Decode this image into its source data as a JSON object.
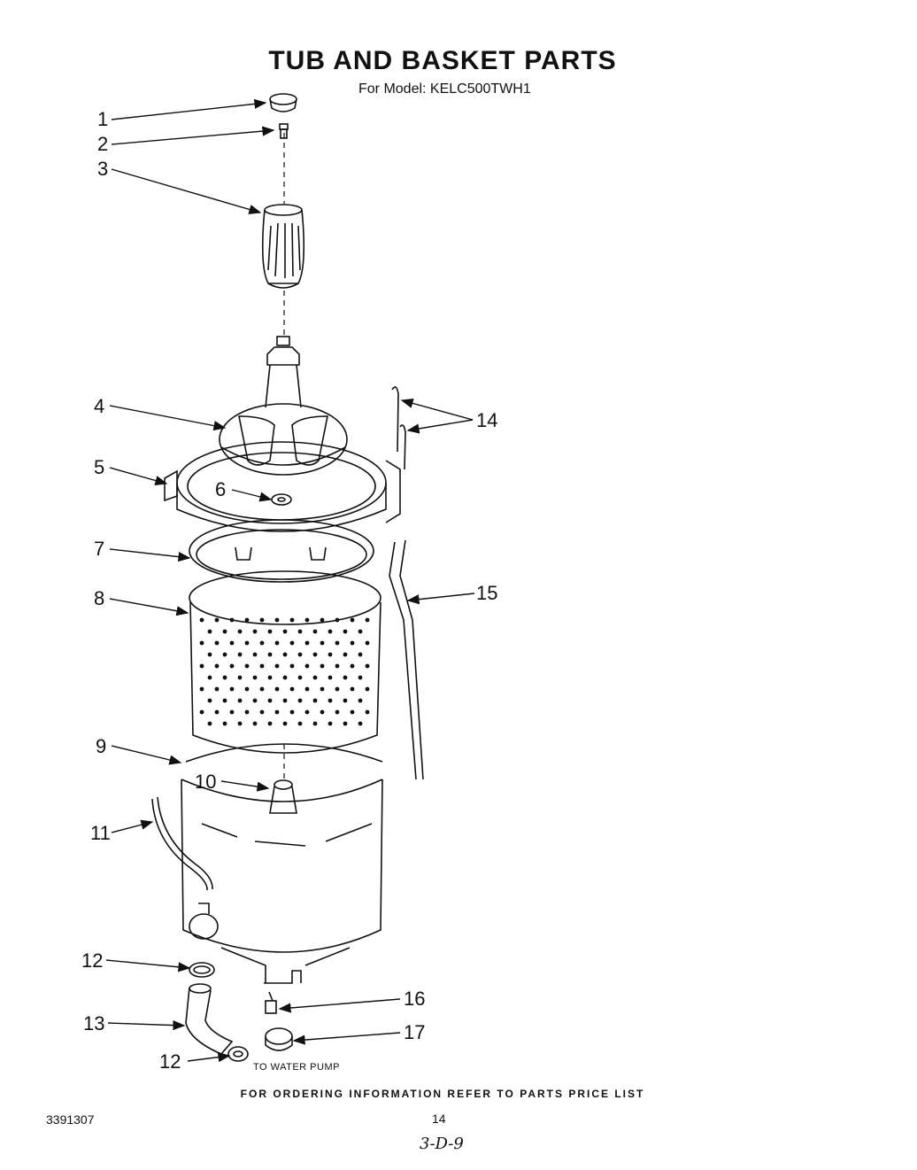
{
  "title": "TUB AND BASKET PARTS",
  "subtitle": "For Model: KELC500TWH1",
  "callouts": [
    {
      "id": "1",
      "label": "1"
    },
    {
      "id": "2",
      "label": "2"
    },
    {
      "id": "3",
      "label": "3"
    },
    {
      "id": "4",
      "label": "4"
    },
    {
      "id": "5",
      "label": "5"
    },
    {
      "id": "6",
      "label": "6"
    },
    {
      "id": "7",
      "label": "7"
    },
    {
      "id": "8",
      "label": "8"
    },
    {
      "id": "9",
      "label": "9"
    },
    {
      "id": "10",
      "label": "10"
    },
    {
      "id": "11",
      "label": "11"
    },
    {
      "id": "12a",
      "label": "12"
    },
    {
      "id": "12b",
      "label": "12"
    },
    {
      "id": "13",
      "label": "13"
    },
    {
      "id": "14",
      "label": "14"
    },
    {
      "id": "15",
      "label": "15"
    },
    {
      "id": "16",
      "label": "16"
    },
    {
      "id": "17",
      "label": "17"
    }
  ],
  "note_water_pump": "TO WATER PUMP",
  "footer": "FOR ORDERING INFORMATION REFER TO PARTS PRICE LIST",
  "doc_number": "3391307",
  "page_number": "14",
  "handwritten_note": "3-D-9"
}
